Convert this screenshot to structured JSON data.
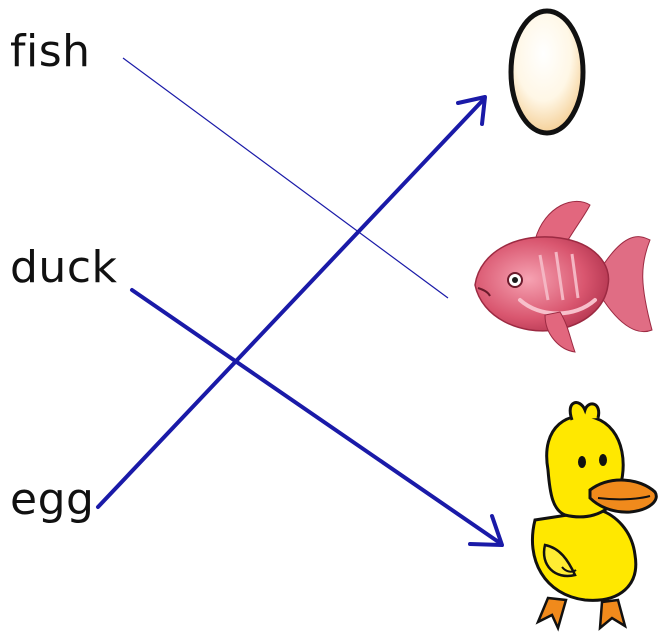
{
  "words": {
    "fish": "fish",
    "duck": "duck",
    "egg": "egg"
  },
  "pictures": [
    "egg-picture",
    "fish-picture",
    "duck-picture"
  ],
  "connections": [
    {
      "from": "fish",
      "to": "fish-picture",
      "style": "thin-line"
    },
    {
      "from": "duck",
      "to": "duck-picture",
      "style": "arrow"
    },
    {
      "from": "egg",
      "to": "egg-picture",
      "style": "arrow"
    }
  ],
  "colors": {
    "line": "#1a1aa8",
    "text": "#111111",
    "egg_fill": "#fff4d6",
    "fish_body": "#d9566f",
    "duck_body": "#ffe800",
    "duck_beak": "#f08a1c"
  }
}
